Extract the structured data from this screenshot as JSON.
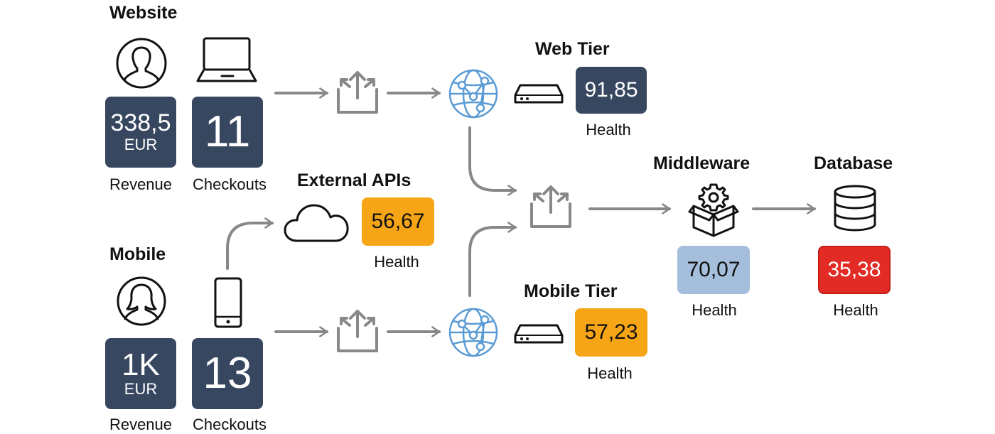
{
  "colors": {
    "navy": "#374760",
    "orange": "#f5a516",
    "light_blue": "#a4bedb",
    "red": "#e32b25",
    "arrow_gray": "#888888",
    "globe_blue": "#5b9bd5"
  },
  "website": {
    "title": "Website",
    "revenue": {
      "value": "338,5",
      "unit": "EUR",
      "label": "Revenue"
    },
    "checkouts": {
      "value": "11",
      "label": "Checkouts"
    },
    "icons": [
      "user-icon",
      "laptop-icon"
    ]
  },
  "mobile": {
    "title": "Mobile",
    "revenue": {
      "value": "1K",
      "unit": "EUR",
      "label": "Revenue"
    },
    "checkouts": {
      "value": "13",
      "label": "Checkouts"
    },
    "icons": [
      "user-female-icon",
      "smartphone-icon"
    ]
  },
  "web_tier": {
    "title": "Web Tier",
    "health_value": "91,85",
    "health_label": "Health",
    "status_color": "#374760"
  },
  "external_apis": {
    "title": "External APIs",
    "health_value": "56,67",
    "health_label": "Health",
    "status_color": "#f5a516"
  },
  "mobile_tier": {
    "title": "Mobile Tier",
    "health_value": "57,23",
    "health_label": "Health",
    "status_color": "#f5a516"
  },
  "middleware": {
    "title": "Middleware",
    "health_value": "70,07",
    "health_label": "Health",
    "status_color": "#a4bedb"
  },
  "database": {
    "title": "Database",
    "health_value": "35,38",
    "health_label": "Health",
    "status_color": "#e32b25"
  }
}
